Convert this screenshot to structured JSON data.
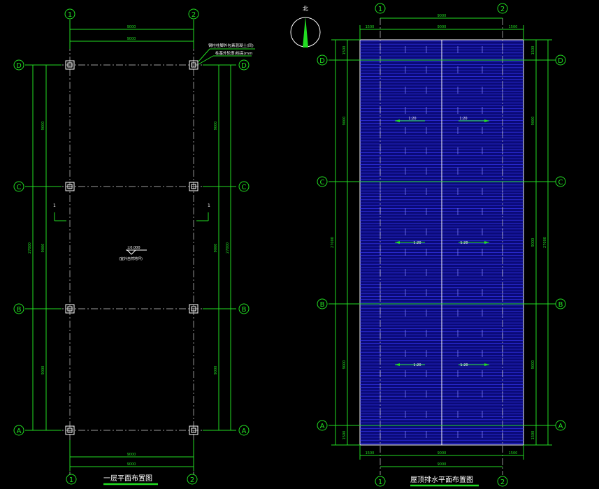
{
  "colors": {
    "background": "#000000",
    "dimension": "#22dd22",
    "text": "#ffffff",
    "roof": "#0a0a78",
    "roof_line": "#3a3aff",
    "arrow": "#22dd22"
  },
  "north_label": "北",
  "left_plan": {
    "title": "一层平面布置图",
    "top_dims": [
      "9000",
      "9000"
    ],
    "bottom_dims": [
      "9000",
      "9000"
    ],
    "side_dims": [
      "9000",
      "9000",
      "9000"
    ],
    "total_dim": "27000",
    "annotation_1": "钢柱柱脚外包素混凝土(同)",
    "annotation_2": "柱基外轮廓(标高)mm",
    "level_mark": "±0.000",
    "level_note": "(室外自然地坪)",
    "section_mark": "1"
  },
  "right_plan": {
    "title": "屋顶排水平面布置图",
    "top_dims": [
      "9000",
      "1500",
      "9000",
      "1500"
    ],
    "bottom_dims": [
      "1500",
      "9000",
      "1500",
      "9000"
    ],
    "side_dims_left": [
      "1500",
      "9000",
      "27000",
      "9000",
      "1500"
    ],
    "side_dims_right": [
      "1500",
      "9000",
      "9000",
      "27000",
      "9000",
      "1500"
    ],
    "slope_label": "1:20"
  },
  "axes": {
    "columns": [
      "1",
      "2"
    ],
    "rows": [
      "D",
      "C",
      "B",
      "A"
    ]
  }
}
